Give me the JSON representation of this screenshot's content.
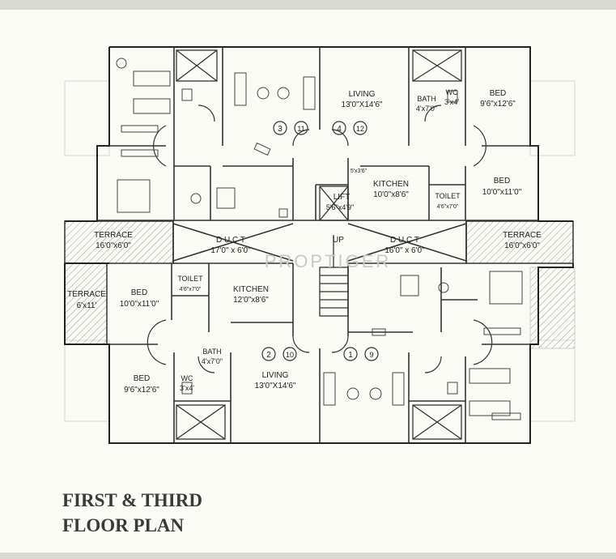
{
  "title": {
    "line1": "FIRST & THIRD",
    "line2": "FLOOR PLAN"
  },
  "watermark": "PROPTIGER",
  "rooms": {
    "living_ne": {
      "name": "LIVING",
      "size": "13'0\"X14'6\""
    },
    "bath_ne": {
      "name": "BATH",
      "size": "4'x7'0\""
    },
    "wc_ne": {
      "name": "WC",
      "size": "3'x4'"
    },
    "bed_ne_1": {
      "name": "BED",
      "size": "9'6\"x12'6\""
    },
    "bed_ne_2": {
      "name": "BED",
      "size": "10'0\"x11'0\""
    },
    "kitchen_n": {
      "name": "KITCHEN",
      "size": "10'0\"x8'6\"",
      "note": "5'x3'6\""
    },
    "lift": {
      "name": "LIFT",
      "size": "5'6\"x4'9\""
    },
    "toilet_ne": {
      "name": "TOILET",
      "size": "4'6\"x7'0\""
    },
    "up": {
      "name": "UP"
    },
    "terrace_w": {
      "name": "TERRACE",
      "size": "16'0\"x6'0\""
    },
    "terrace_e": {
      "name": "TERRACE",
      "size": "16'0\"x6'0\""
    },
    "duct_w": {
      "name": "D U C T",
      "size": "17'0\" x 6'0\""
    },
    "duct_e": {
      "name": "D U C T",
      "size": "16'0\" x 6'0\""
    },
    "terrace_sw": {
      "name": "TERRACE",
      "size": "6'x11'"
    },
    "bed_sw_1": {
      "name": "BED",
      "size": "10'0\"x11'0\""
    },
    "toilet_sw": {
      "name": "TOILET",
      "size": "4'6\"x7'0\""
    },
    "kitchen_s": {
      "name": "KITCHEN",
      "size": "12'0\"x8'6\""
    },
    "living_s": {
      "name": "LIVING",
      "size": "13'0\"X14'6\""
    },
    "bed_sw_2": {
      "name": "BED",
      "size": "9'6\"x12'6\""
    },
    "wc_sw": {
      "name": "WC",
      "size": "3'x4'"
    },
    "bath_sw": {
      "name": "BATH",
      "size": "4'x7'0\""
    }
  },
  "flat_numbers": [
    {
      "a": "3",
      "b": "11"
    },
    {
      "a": "4",
      "b": "12"
    },
    {
      "a": "2",
      "b": "10"
    },
    {
      "a": "1",
      "b": "9"
    }
  ]
}
